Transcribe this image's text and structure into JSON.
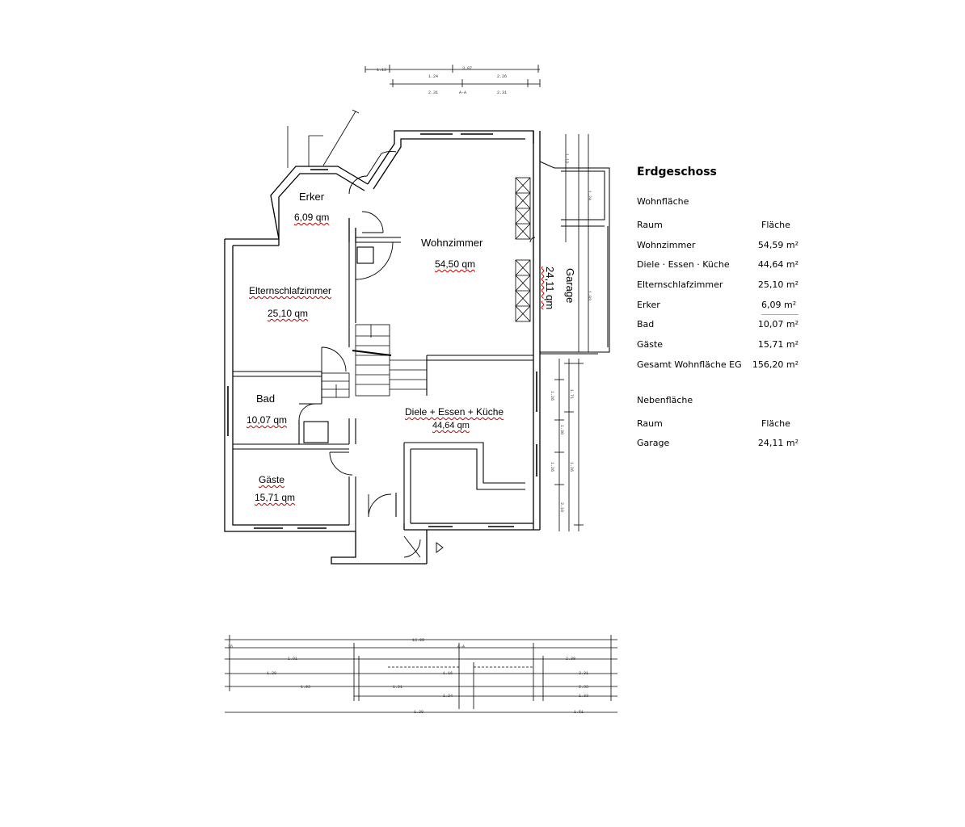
{
  "rooms": {
    "erker": {
      "name": "Erker",
      "area": "6,09 qm"
    },
    "wohnzimmer": {
      "name": "Wohnzimmer",
      "area": "54,50 qm"
    },
    "elternschlafzimmer": {
      "name": "Elternschlafzimmer",
      "area": "25,10 qm"
    },
    "bad": {
      "name": "Bad",
      "area": "10,07 qm"
    },
    "gaeste": {
      "name": "Gäste",
      "area": "15,71 qm"
    },
    "diele": {
      "name": "Diele + Essen + Küche",
      "area": "44,64 qm"
    },
    "garage": {
      "name": "Garage",
      "area": "24,11 qm"
    }
  },
  "legend": {
    "title": "Erdgeschoss",
    "wohnflaeche": {
      "heading": "Wohnfläche",
      "col_room": "Raum",
      "col_area": "Fläche",
      "rows": [
        {
          "room": "Wohnzimmer",
          "area": "54,59 m²"
        },
        {
          "room": "Diele · Essen · Küche",
          "area": "44,64 m²"
        },
        {
          "room": "Elternschlafzimmer",
          "area": "25,10 m²"
        },
        {
          "room": "Erker",
          "area": "6,09 m²"
        },
        {
          "room": "Bad",
          "area": "10,07 m²"
        },
        {
          "room": "Gäste",
          "area": "15,71 m²"
        },
        {
          "room": "Gesamt Wohnfläche EG",
          "area": "156,20 m²"
        }
      ]
    },
    "nebenflaeche": {
      "heading": "Nebenfläche",
      "col_room": "Raum",
      "col_area": "Fläche",
      "rows": [
        {
          "room": "Garage",
          "area": "24,11 m²"
        }
      ]
    }
  },
  "dimensions": {
    "top": [
      "1.13",
      "3.07",
      "1.24",
      "2.26",
      "2.31",
      "A-A",
      "2.31"
    ],
    "bottom": [
      "16.99",
      "26",
      "A-A",
      "1.91",
      "2.30",
      "1.20",
      "1.16",
      "2.31",
      "1.93",
      "1.21",
      "2.33",
      "1.24",
      "1.33",
      "1.20",
      "1.51"
    ],
    "right": [
      "1.13",
      "1.24",
      "1.03",
      "1.26",
      "1.30",
      "2.10",
      "1.71",
      "1.26",
      "1.26"
    ]
  }
}
